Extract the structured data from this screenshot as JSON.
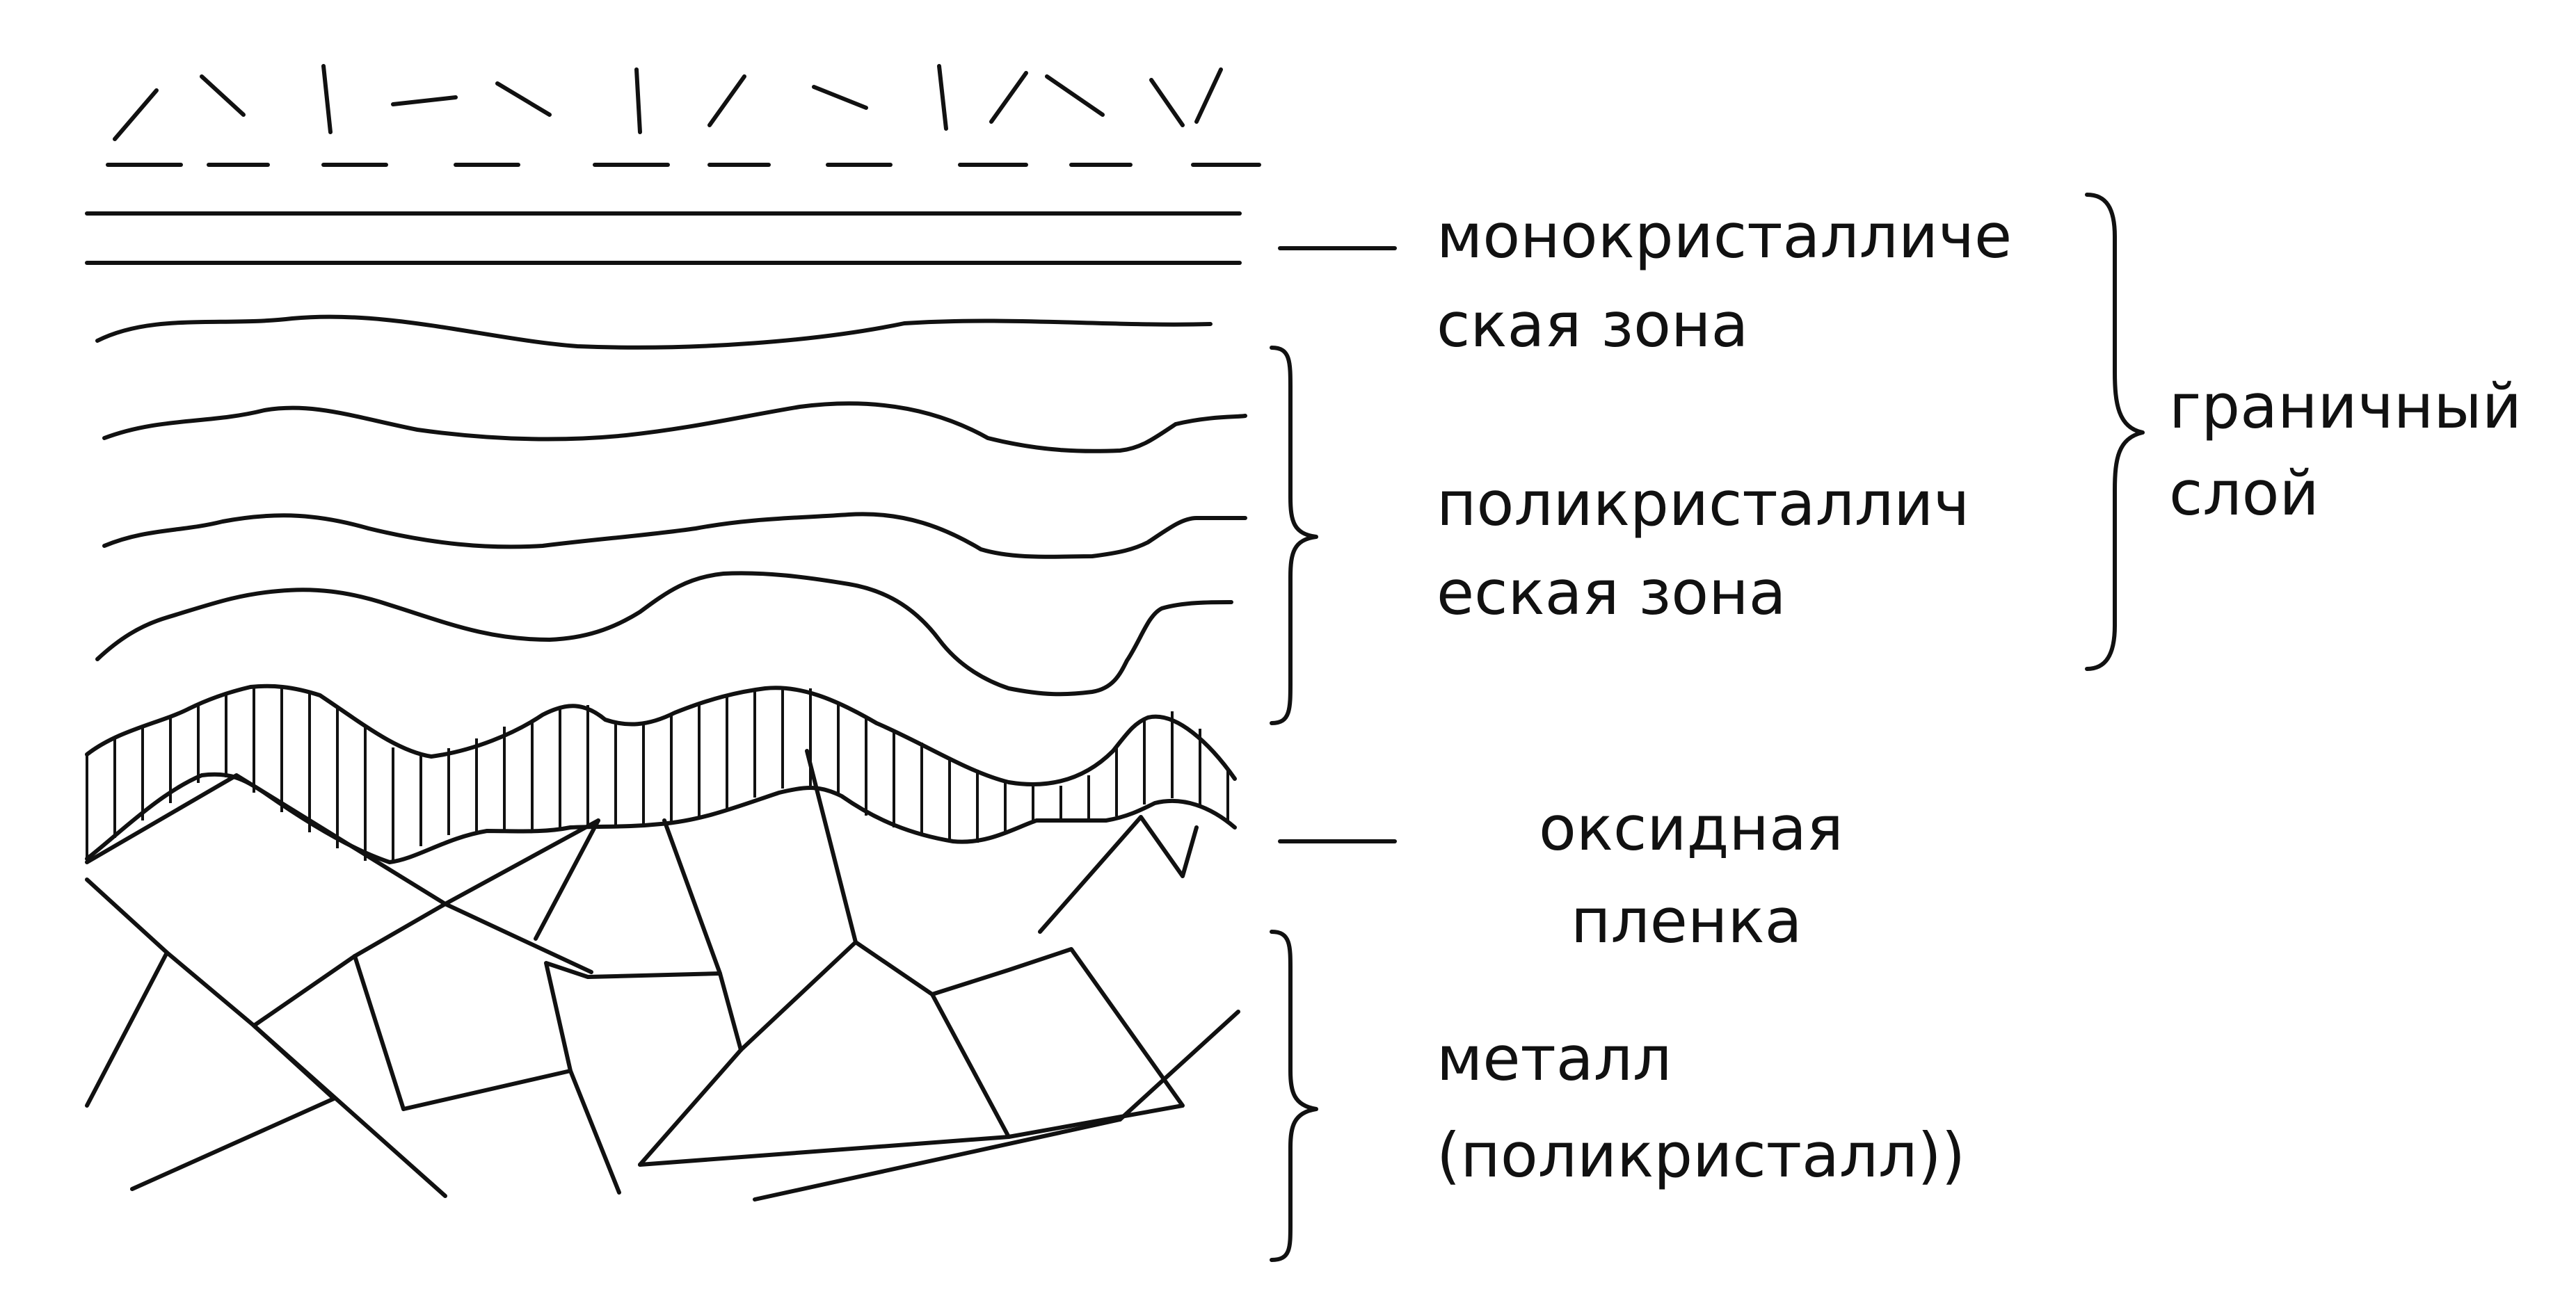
{
  "labels": {
    "mono_line1": "монокристалличе",
    "mono_line2": "ская зона",
    "poly_line1": "поликристаллич",
    "poly_line2": "еская зона",
    "oxide_line1": "оксидная",
    "oxide_line2": "пленка",
    "metal_line1": "металл",
    "metal_line2": "(поликристалл))",
    "boundary_line1": "граничный",
    "boundary_line2": "слой"
  }
}
